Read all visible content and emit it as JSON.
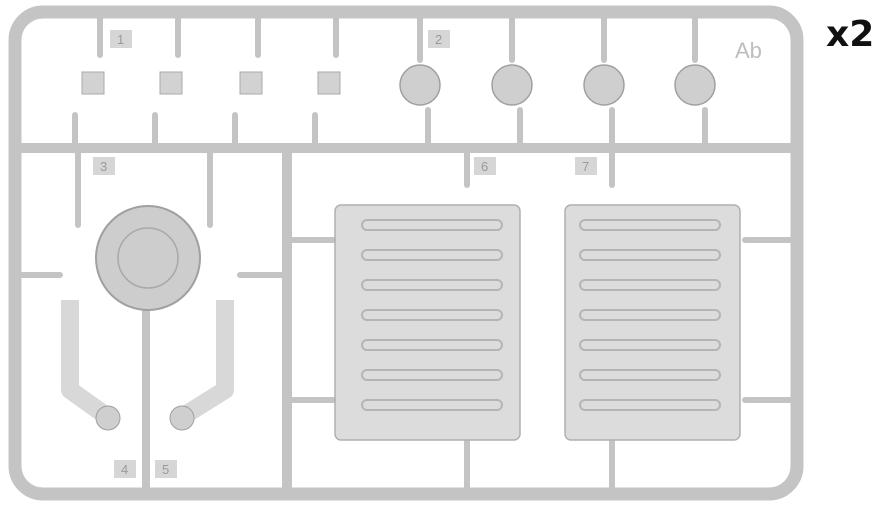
{
  "multiplier": "x2",
  "sprue_code": "Ab",
  "part_numbers": [
    "1",
    "2",
    "3",
    "4",
    "5",
    "6",
    "7"
  ],
  "colors": {
    "plastic": "#c9c9c9",
    "plastic_light": "#dadada",
    "edge": "#a9a9a9",
    "text": "#111111"
  }
}
